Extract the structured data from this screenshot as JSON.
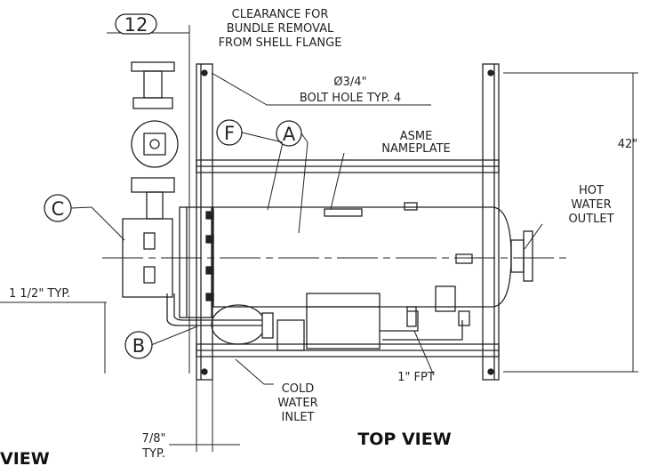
{
  "title": "TOP VIEW",
  "cut_title": "VIEW",
  "callouts": {
    "clearance_dim": "12",
    "clearance_note": [
      "CLEARANCE FOR",
      "BUNDLE REMOVAL",
      "FROM SHELL FLANGE"
    ],
    "bolt_diameter": "Ø3/4\"",
    "bolt_note": "BOLT HOLE TYP. 4",
    "nameplate": [
      "ASME",
      "NAMEPLATE"
    ],
    "hot_outlet": [
      "HOT",
      "WATER",
      "OUTLET"
    ],
    "height_dim": "42\"",
    "side_dim": "1 1/2\" TYP.",
    "fpt": "1\" FPT",
    "cold_inlet": [
      "COLD",
      "WATER",
      "INLET"
    ],
    "bottom_dim": [
      "7/8\"",
      "TYP."
    ]
  },
  "bubbles": {
    "a": "A",
    "b": "B",
    "c": "C",
    "f": "F"
  }
}
